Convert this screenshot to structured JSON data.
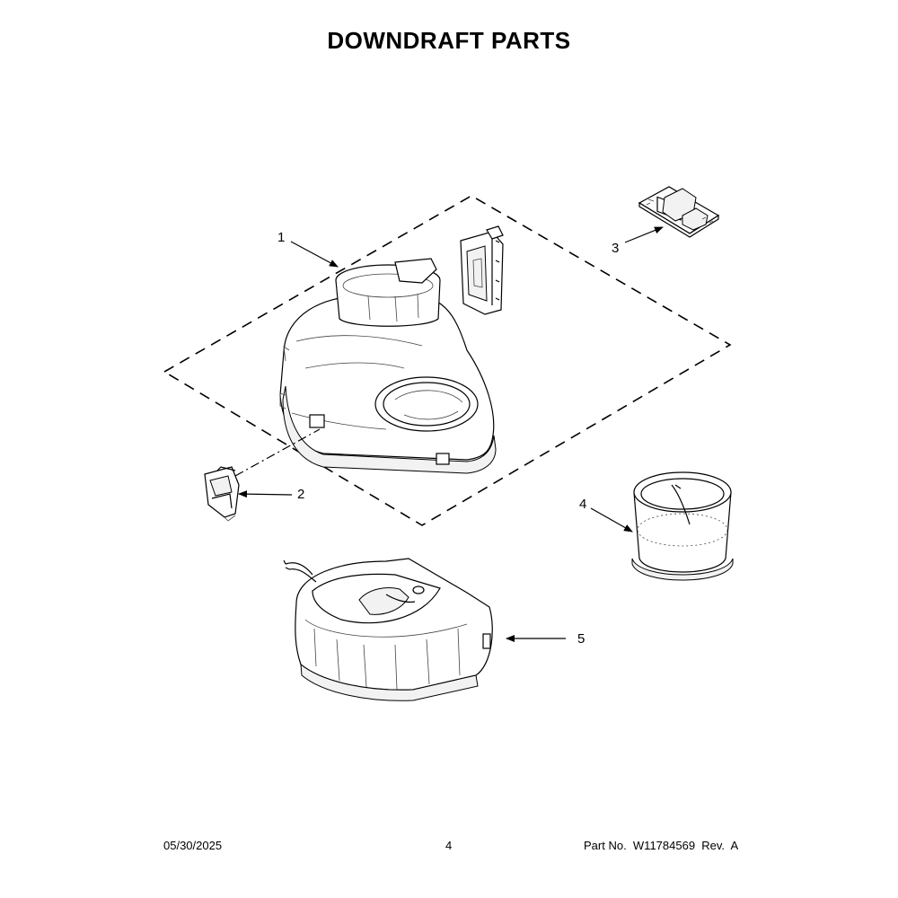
{
  "title": "DOWNDRAFT PARTS",
  "callouts": [
    "1",
    "2",
    "3",
    "4",
    "5"
  ],
  "footer": {
    "date": "05/30/2025",
    "page": "4",
    "part_number": "Part No.  W11784569  Rev.  A"
  },
  "icons": [
    "blower-housing-icon",
    "bracket-clip-icon",
    "control-board-icon",
    "duct-collar-icon",
    "blower-motor-icon",
    "filter-bracket-icon",
    "leader-arrow-icon"
  ]
}
